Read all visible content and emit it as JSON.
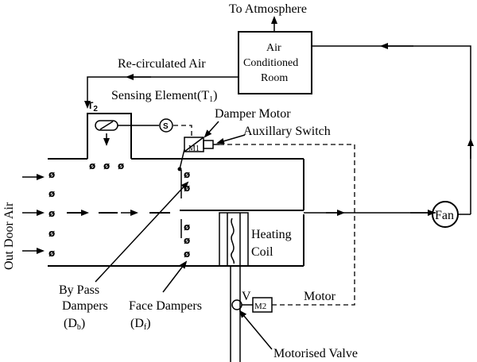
{
  "labels": {
    "to_atmosphere": "To Atmosphere",
    "room_line1": "Air",
    "room_line2": "Conditioned",
    "room_line3": "Room",
    "recirculated_air": "Re-circulated Air",
    "t2": "T",
    "t2_sub": "2",
    "sensing_element": "Sensing Element(T",
    "sensing_element_sub": "1",
    "sensing_element_close": ")",
    "sensor_symbol": "S",
    "damper_motor": "Damper Motor",
    "auxiliary_switch": "Auxillary Switch",
    "m1": "M1",
    "outdoor_air": "Out Door Air",
    "fan": "Fan",
    "heating_line1": "Heating",
    "heating_line2": "Coil",
    "bypass_line1": "By Pass",
    "bypass_line2": "Dampers",
    "bypass_sym": "(D",
    "bypass_sub": "b",
    "bypass_close": ")",
    "face_line1": "Face Dampers",
    "face_sym": "(D",
    "face_sub": "f",
    "face_close": ")",
    "valve_v": "V",
    "m2": "M2",
    "motor": "Motor",
    "motorised_valve": "Motorised Valve",
    "damper_glyph": "ø"
  }
}
